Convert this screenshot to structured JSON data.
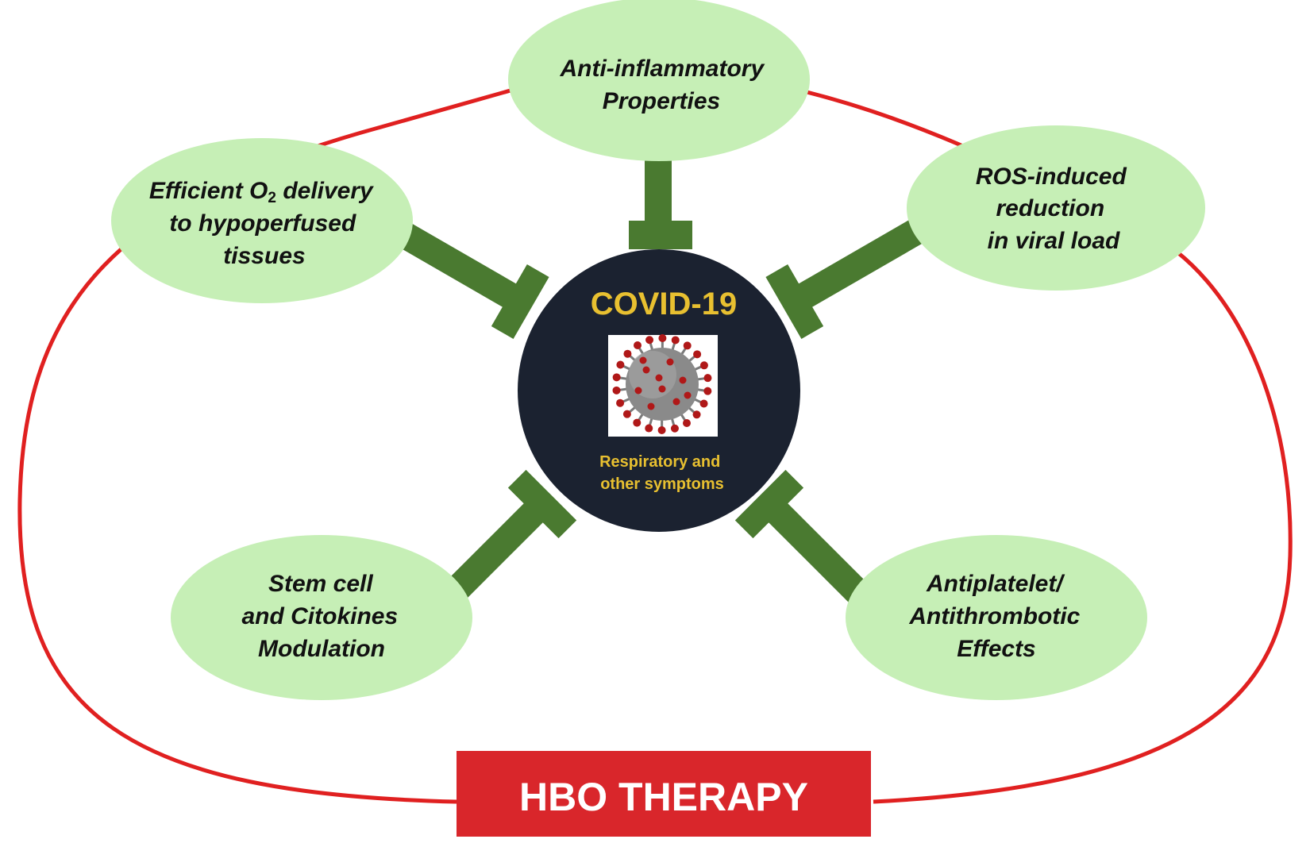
{
  "center": {
    "title": "COVID-19",
    "subtitle_line1": "Respiratory and",
    "subtitle_line2": "other symptoms",
    "icon": "coronavirus-icon"
  },
  "nodes": {
    "top": {
      "lines": [
        "Anti-inflammatory",
        "Properties"
      ]
    },
    "top_left": {
      "line1_pre": "Efficient O",
      "line1_sub": "2",
      "line1_post": " delivery",
      "line2": "to hypoperfused",
      "line3": "tissues"
    },
    "top_right": {
      "lines": [
        "ROS-induced",
        "reduction",
        "in viral load"
      ]
    },
    "bottom_left": {
      "lines": [
        "Stem cell",
        "and Citokines",
        "Modulation"
      ]
    },
    "bottom_right": {
      "lines": [
        "Antiplatelet/",
        "Antithrombotic",
        "Effects"
      ]
    }
  },
  "therapy": {
    "label": "HBO THERAPY"
  },
  "colors": {
    "loop": "#e02020",
    "node_fill": "#c6efb6",
    "inhibitor": "#4a7a30",
    "center_fill": "#1b2230",
    "center_text": "#e8c030",
    "therapy_fill": "#d9262b",
    "virus_body": "#8a8a8a",
    "virus_spike": "#b01818"
  }
}
